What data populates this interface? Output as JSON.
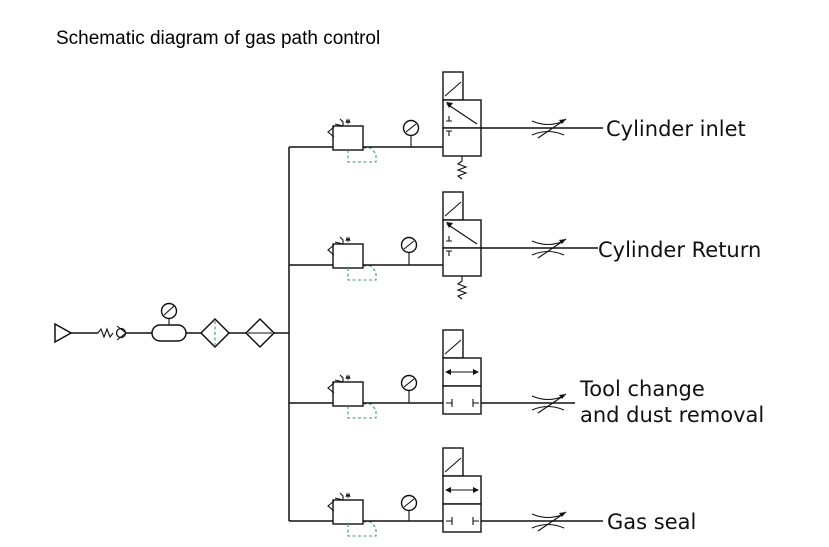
{
  "title": "Schematic diagram of gas path control",
  "branches": [
    {
      "label_lines": [
        "Cylinder inlet"
      ],
      "valve_type": "spring-return"
    },
    {
      "label_lines": [
        "Cylinder Return"
      ],
      "valve_type": "spring-return"
    },
    {
      "label_lines": [
        "Tool change",
        "and dust removal"
      ],
      "valve_type": "double-arrow"
    },
    {
      "label_lines": [
        "Gas seal"
      ],
      "valve_type": "double-arrow"
    }
  ],
  "supply_symbols": [
    "source-triangle-icon",
    "check-valve-icon",
    "air-tank-icon",
    "pressure-gauge-icon",
    "filter-icon",
    "lubricator-icon"
  ],
  "colors": {
    "line": "#111111",
    "pilot_dashed": "#3a9a6a"
  }
}
